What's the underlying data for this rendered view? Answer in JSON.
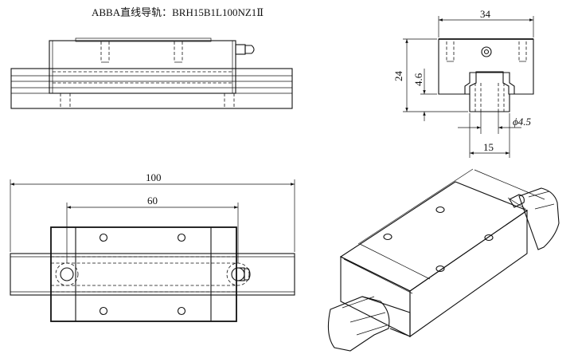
{
  "title": "ABBA直线导轨：BRH15B1L100NZ1Ⅱ",
  "dimensions": {
    "end_width": "34",
    "height": "24",
    "rail_offset": "4.6",
    "hole_diameter": "ϕ4.5",
    "rail_width": "15",
    "overall_length": "100",
    "hole_spacing": "60"
  },
  "colors": {
    "line": "#111111",
    "background": "#ffffff"
  }
}
